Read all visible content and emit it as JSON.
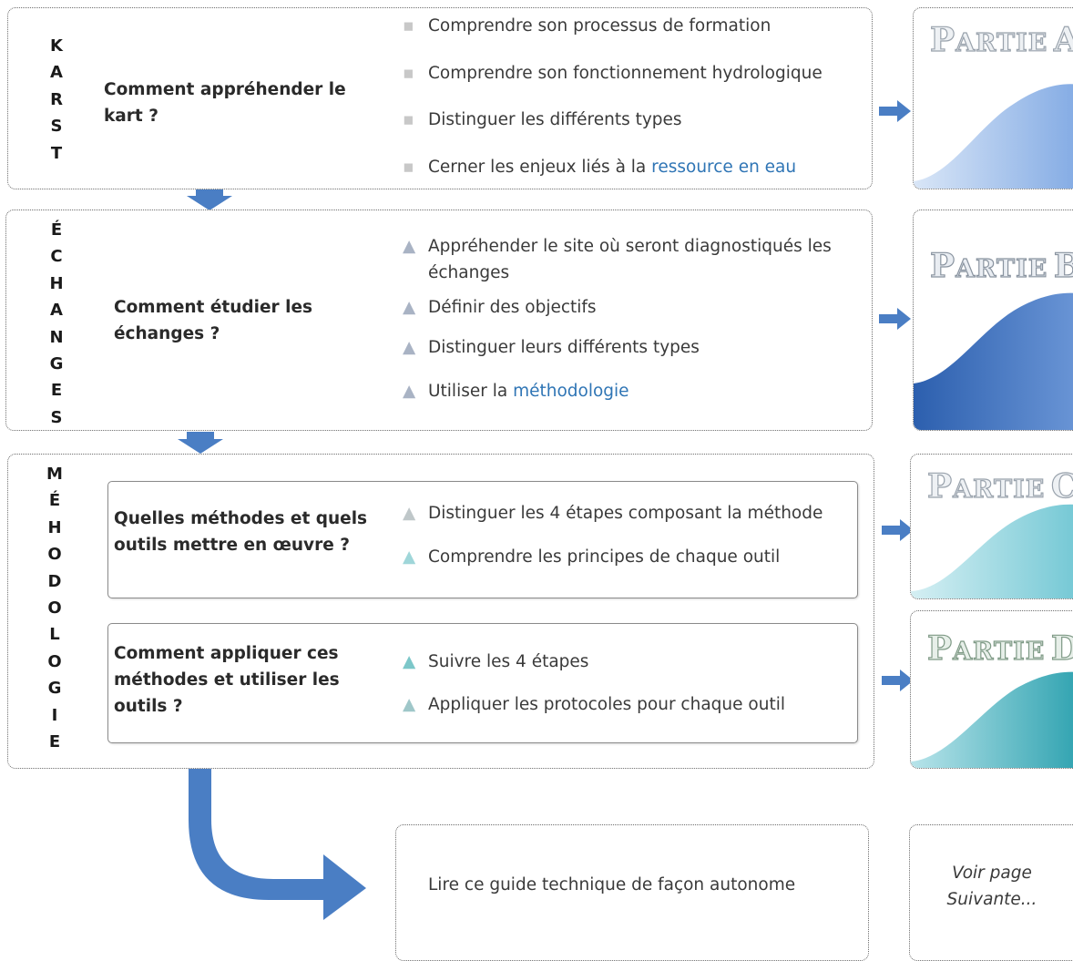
{
  "karst": {
    "letters": [
      "K",
      "A",
      "R",
      "S",
      "T"
    ],
    "question": [
      "Comment appréhender le",
      "kart ?"
    ],
    "items": [
      {
        "text": "Comprendre son processus de formation"
      },
      {
        "text": "Comprendre son fonctionnement hydrologique"
      },
      {
        "text": "Distinguer les différents types"
      },
      {
        "text": "Cerner les enjeux liés à la ",
        "link": "ressource en eau"
      }
    ]
  },
  "echanges": {
    "letters": [
      "É",
      "C",
      "H",
      "A",
      "N",
      "G",
      "E",
      "S"
    ],
    "question": [
      "Comment étudier les",
      "échanges ?"
    ],
    "items": [
      {
        "text": "Appréhender le site où seront diagnostiqués les",
        "text2": "échanges"
      },
      {
        "text": "Définir des objectifs"
      },
      {
        "text": "Distinguer leurs différents types"
      },
      {
        "text": "Utiliser la ",
        "link": "méthodologie"
      }
    ]
  },
  "methodologie": {
    "letters": [
      "M",
      "É",
      "H",
      "O",
      "D",
      "O",
      "L",
      "O",
      "G",
      "I",
      "E"
    ],
    "sub1": {
      "question": [
        "Quelles méthodes et quels",
        "outils mettre en œuvre ?"
      ],
      "items": [
        "Distinguer les 4 étapes composant la méthode",
        "Comprendre les principes de chaque outil"
      ]
    },
    "sub2": {
      "question": [
        "Comment appliquer ces",
        "méthodes et utiliser les",
        "outils ?"
      ],
      "items": [
        "Suivre les 4 étapes",
        "Appliquer les protocoles pour chaque outil"
      ]
    }
  },
  "parties": [
    {
      "first": "P",
      "rest": "ARTIE",
      "letter": "A",
      "color": "#5b8fd6"
    },
    {
      "first": "P",
      "rest": "ARTIE",
      "letter": "B",
      "color": "#3d72c2"
    },
    {
      "first": "P",
      "rest": "ARTIE",
      "letter": "C",
      "color": "#4ab3c4"
    },
    {
      "first": "P",
      "rest": "ARTIE",
      "letter": "D",
      "color": "#2fa3b0"
    }
  ],
  "final": {
    "text": "Lire ce guide technique de façon autonome",
    "voir": [
      "Voir page",
      "Suivante..."
    ]
  },
  "colors": {
    "arrow": "#4a7ec4",
    "link": "#2f75b5",
    "border": "#6e6e6e"
  }
}
